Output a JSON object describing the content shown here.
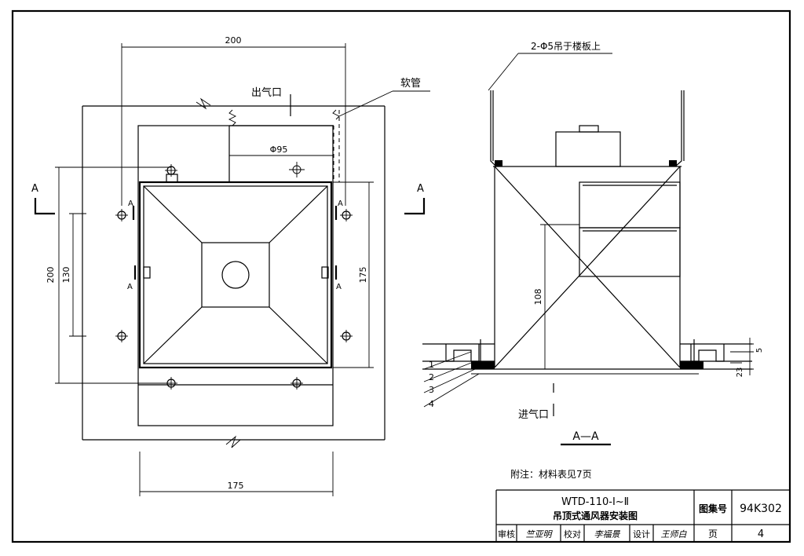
{
  "plan": {
    "dim_top": "200",
    "dim_left": "200",
    "dim_inner_left": "130",
    "dim_right": "175",
    "dim_bottom": "175",
    "dim_pipe": "Φ95",
    "outlet_label": "出气口",
    "hose_label": "软管",
    "section_mark": "A"
  },
  "section": {
    "hanger_note": "2-Φ5吊于楼板上",
    "dim_height": "108",
    "dim_5": "5",
    "dim_23": "23",
    "inlet_label": "进气口",
    "parts": [
      "1",
      "2",
      "3",
      "4"
    ],
    "title": "A—A"
  },
  "note": "附注：材料表见7页",
  "titleblock": {
    "model": "WTD-110-Ⅰ~Ⅱ",
    "name": "吊顶式通风器安装图",
    "atlas_label": "图集号",
    "atlas_no": "94K302",
    "page_label": "页",
    "page_no": "4",
    "review_label": "审核",
    "review_sig": "竺亚明",
    "check_label": "校对",
    "check_sig": "李福景",
    "design_label": "设计",
    "design_sig": "王师白"
  }
}
